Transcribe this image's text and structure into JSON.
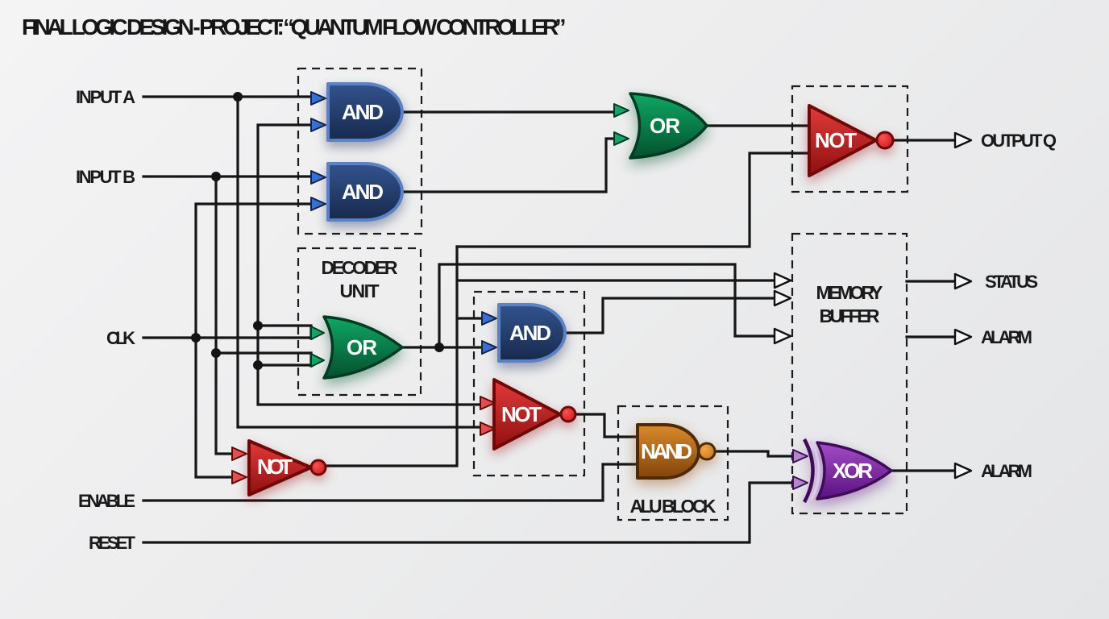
{
  "title": "FINAL LOGIC DESIGN - PROJECT: “QUANTUM FLOW CONTROLLER”",
  "inputs": [
    {
      "label": "INPUT A"
    },
    {
      "label": "INPUT B"
    },
    {
      "label": "CLK"
    },
    {
      "label": "ENABLE"
    },
    {
      "label": "RESET"
    }
  ],
  "outputs": [
    {
      "label": "OUTPUT Q"
    },
    {
      "label": "STATUS"
    },
    {
      "label": "ALARM"
    },
    {
      "label": "ALARM"
    }
  ],
  "gates": {
    "and1": {
      "label": "AND"
    },
    "and2": {
      "label": "AND"
    },
    "and3": {
      "label": "AND"
    },
    "or1": {
      "label": "OR"
    },
    "or2": {
      "label": "OR"
    },
    "not1": {
      "label": "NOT"
    },
    "not2": {
      "label": "NOT"
    },
    "not3": {
      "label": "NOT"
    },
    "nand1": {
      "label": "NAND"
    },
    "xor1": {
      "label": "XOR"
    }
  },
  "blocks": {
    "decoder": {
      "line1": "DECODER",
      "line2": "UNIT"
    },
    "memory": {
      "line1": "MEMORY",
      "line2": "BUFFER"
    },
    "alu": {
      "label": "ALU BLOCK"
    }
  },
  "colors": {
    "background": "#ededee",
    "wire": "#161616",
    "and_fill_dark": "#1a2e55",
    "and_stroke": "#5d82c4",
    "or_fill_dark": "#04502f",
    "or_stroke": "#033a22",
    "not_fill": "#c42020",
    "not_stroke": "#700808",
    "nand_fill": "#a85a10",
    "nand_stroke": "#4f2a06",
    "xor_fill": "#7b1fa2",
    "xor_stroke": "#3f0b58"
  }
}
